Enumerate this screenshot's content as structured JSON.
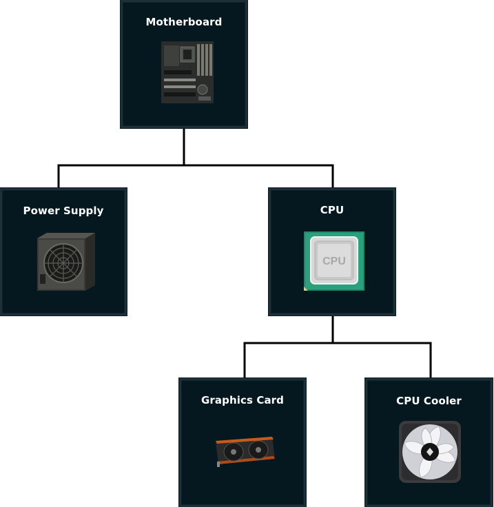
{
  "nodes": {
    "motherboard": {
      "label": "Motherboard",
      "icon": "motherboard-icon"
    },
    "power_supply": {
      "label": "Power Supply",
      "icon": "power-supply-icon"
    },
    "cpu": {
      "label": "CPU",
      "icon": "cpu-chip-icon",
      "chip_text": "CPU"
    },
    "graphics_card": {
      "label": "Graphics Card",
      "icon": "graphics-card-icon"
    },
    "cpu_cooler": {
      "label": "CPU Cooler",
      "icon": "cooling-fan-icon"
    }
  },
  "colors": {
    "node_background": "#051820",
    "node_border": "#1e2f37",
    "label_text": "#ffffff",
    "connector": "#000000"
  }
}
